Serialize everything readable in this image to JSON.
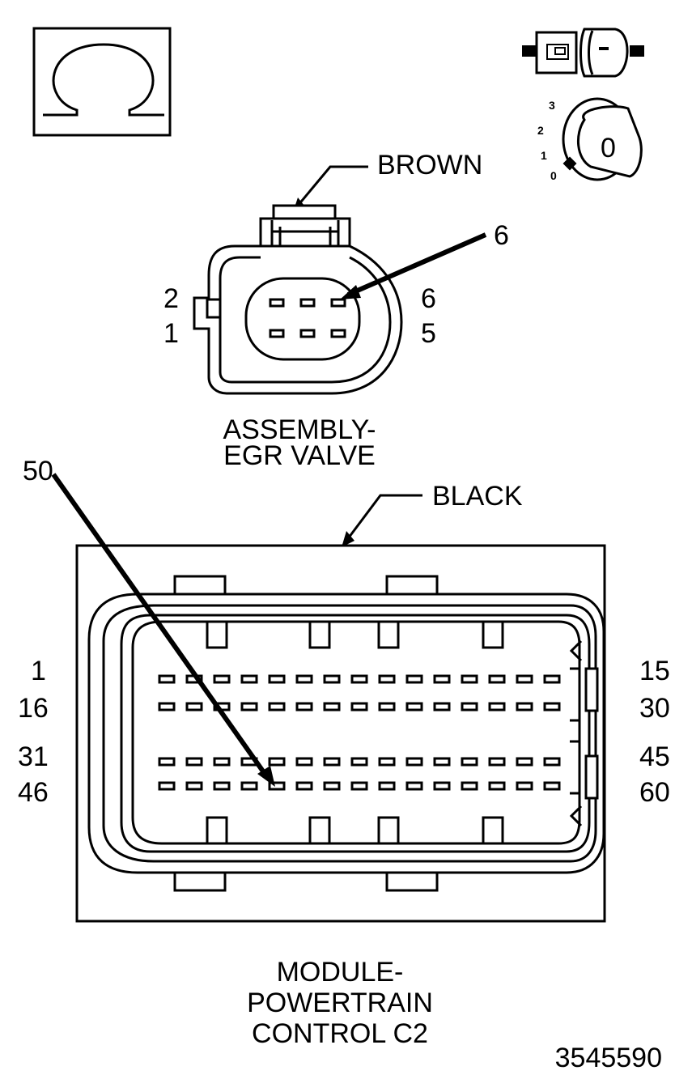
{
  "ohm_symbol": "Ω",
  "ignition_positions": [
    "3",
    "2",
    "1",
    "0"
  ],
  "ignition_key_label": "0",
  "egr_connector": {
    "color_label": "BROWN",
    "highlight_pin": "6",
    "left_pin_labels": [
      "2",
      "1"
    ],
    "right_pin_labels": [
      "6",
      "5"
    ],
    "title_lines": [
      "ASSEMBLY-",
      "EGR VALVE"
    ]
  },
  "pcm_connector": {
    "color_label": "BLACK",
    "highlight_pin": "50",
    "left_pin_labels": [
      "1",
      "16",
      "31",
      "46"
    ],
    "right_pin_labels": [
      "15",
      "30",
      "45",
      "60"
    ],
    "title_lines": [
      "MODULE-",
      "POWERTRAIN",
      "CONTROL C2"
    ]
  },
  "figure_id": "3545590"
}
